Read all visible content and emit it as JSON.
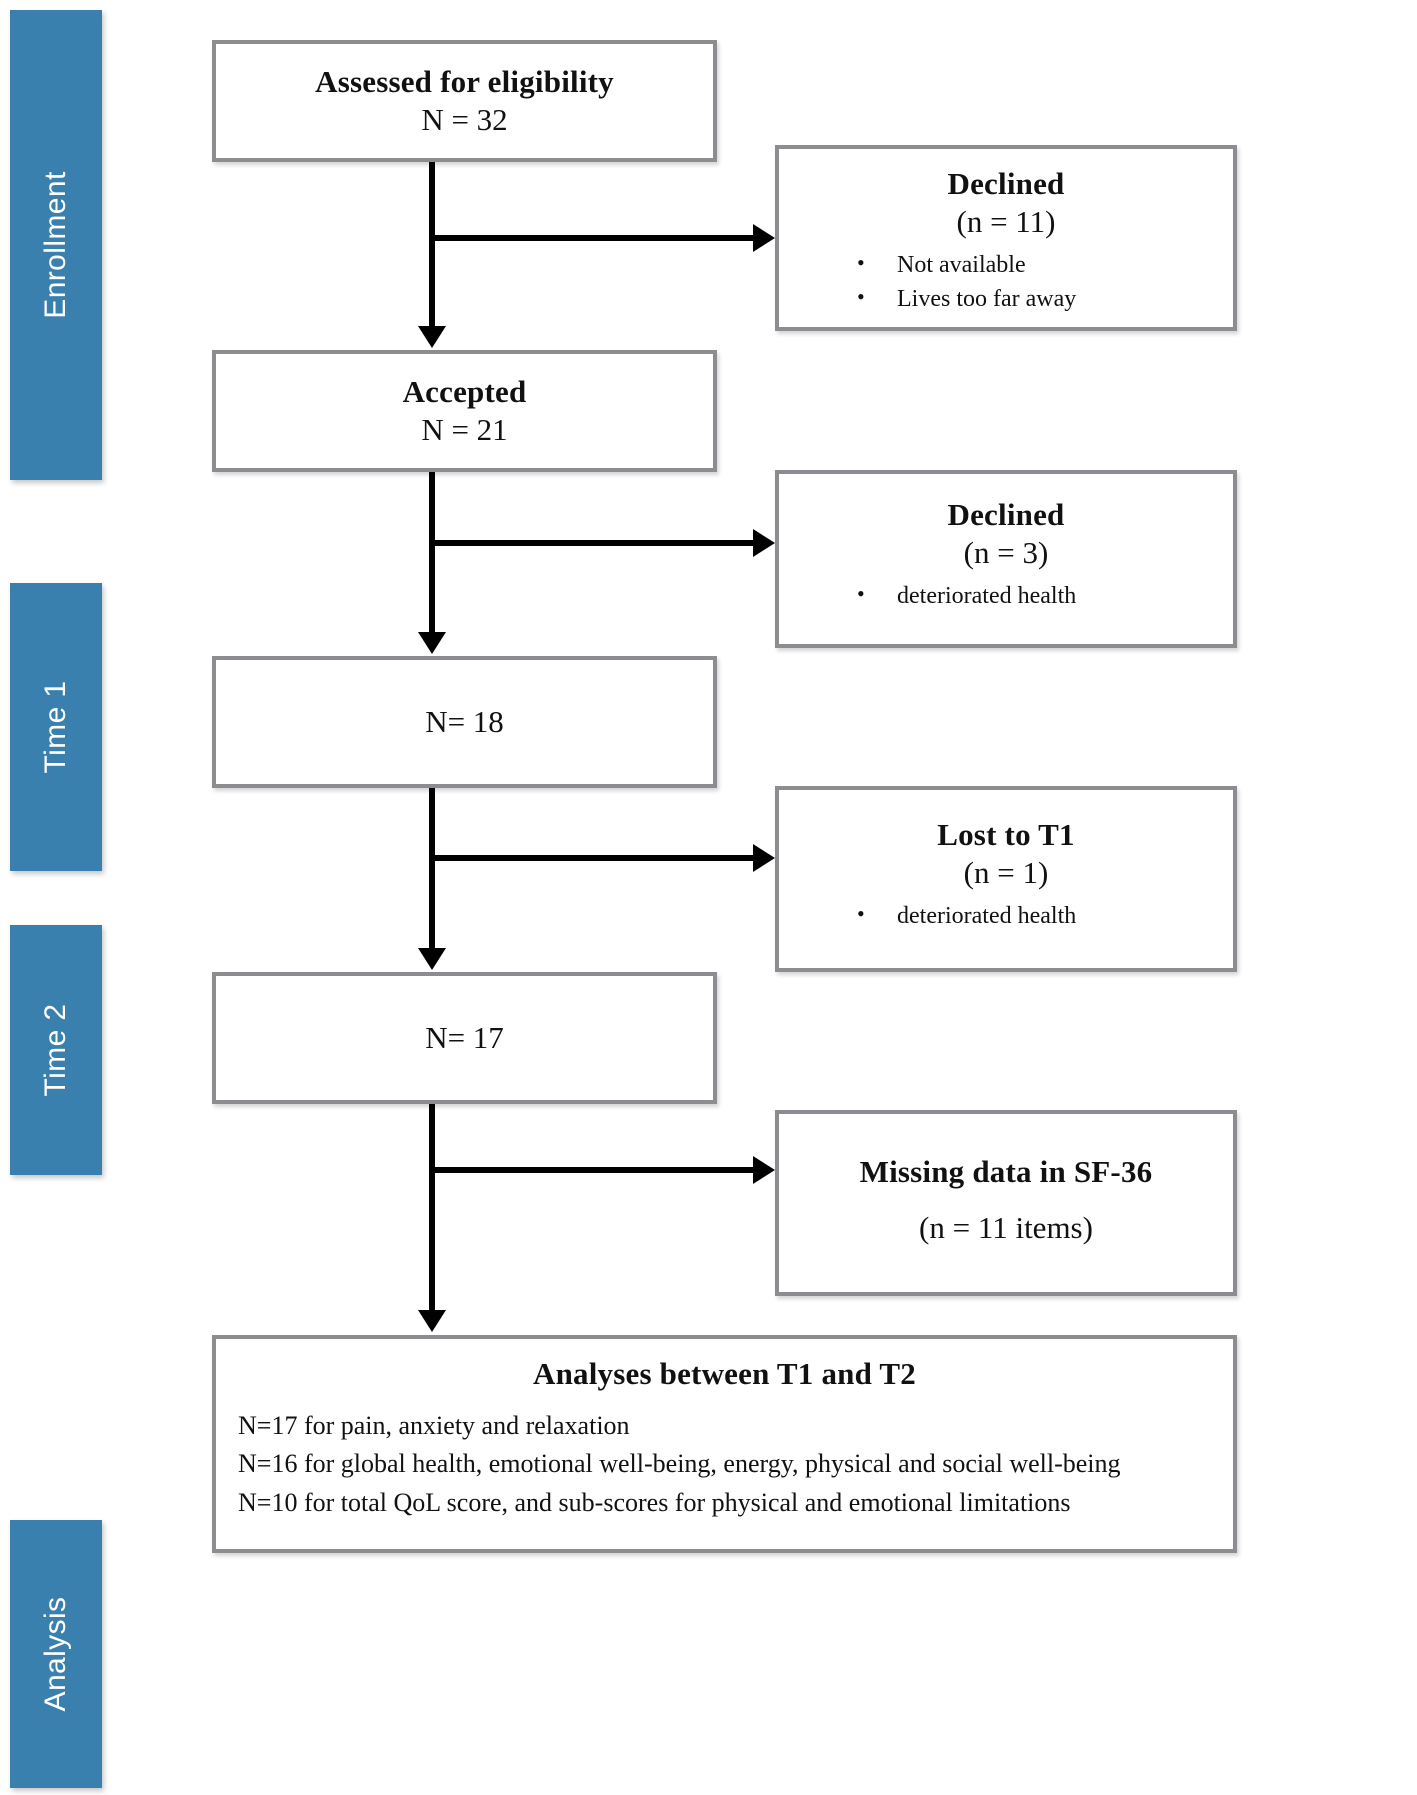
{
  "figure": {
    "type": "consort-flow-diagram",
    "accent_color": "#3a80ae",
    "box_border_color": "#8d8d91",
    "connector_color": "#000000"
  },
  "phases": [
    {
      "label": "Enrollment"
    },
    {
      "label": "Time 1"
    },
    {
      "label": "Time 2"
    },
    {
      "label": "Analysis"
    }
  ],
  "main_nodes": [
    {
      "title": "Assessed for eligibility",
      "count": "N = 32"
    },
    {
      "title": "Accepted",
      "count": "N = 21"
    },
    {
      "title": "",
      "count": "N= 18"
    },
    {
      "title": "",
      "count": "N= 17"
    }
  ],
  "exclusion_nodes": [
    {
      "title": "Declined",
      "count": "(n = 11)",
      "reasons": [
        "Not available",
        "Lives too far away"
      ]
    },
    {
      "title": "Declined",
      "count": "(n = 3)",
      "reasons": [
        "deteriorated health"
      ]
    },
    {
      "title": "Lost to T1",
      "count": "(n = 1)",
      "reasons": [
        "deteriorated health"
      ]
    },
    {
      "title": "Missing data in SF-36",
      "count": "(n = 11 items)",
      "reasons": []
    }
  ],
  "analysis_node": {
    "title": "Analyses between T1 and T2",
    "lines": [
      "N=17 for pain, anxiety and relaxation",
      "N=16 for global health, emotional well-being, energy, physical and social well-being",
      "N=10 for total QoL score, and sub-scores for physical and emotional limitations"
    ]
  }
}
